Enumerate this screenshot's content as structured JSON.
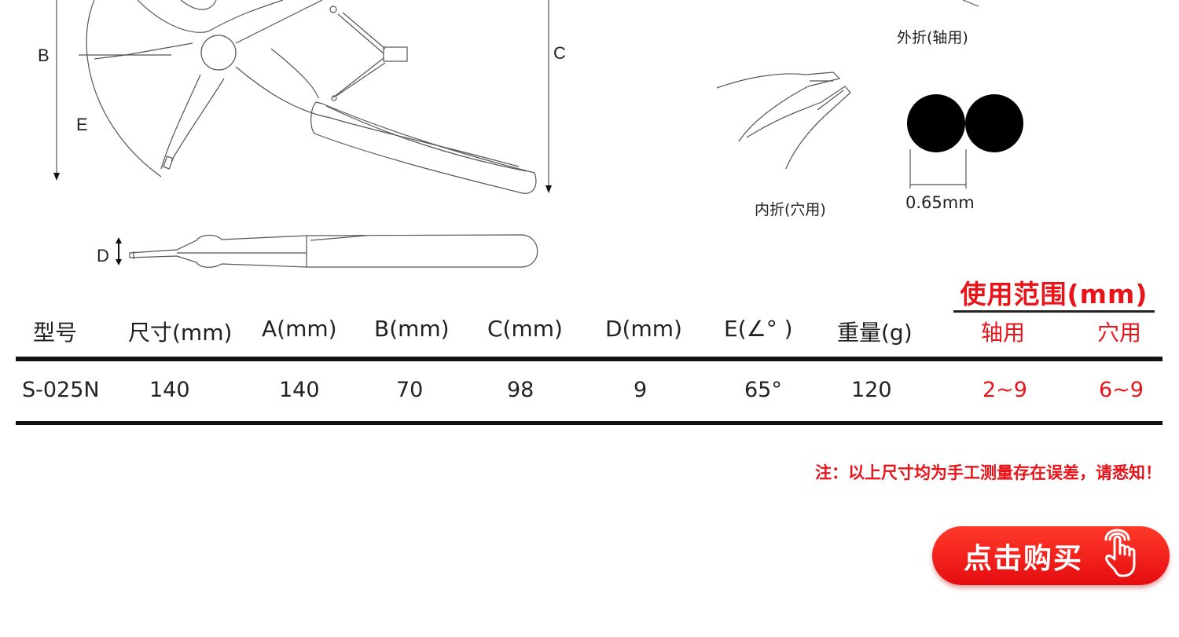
{
  "diagram": {
    "labels": {
      "b": "B",
      "c": "C",
      "e": "E",
      "d": "D"
    },
    "outer_caption": "外折(轴用)",
    "inner_caption": "内折(穴用)",
    "diameter_caption": "0.65mm"
  },
  "range": {
    "title": "使用范围(mm)",
    "shaft": "轴用",
    "hole": "穴用"
  },
  "table": {
    "headers": [
      "型号",
      "尺寸(mm)",
      "A(mm)",
      "B(mm)",
      "C(mm)",
      "D(mm)",
      "E(∠° )",
      "重量(g)"
    ],
    "row": [
      "S-025N",
      "140",
      "140",
      "70",
      "98",
      "9",
      "65°",
      "120",
      "2~9",
      "6~9"
    ]
  },
  "note": "注：以上尺寸均为手工测量存在误差，请悉知！",
  "buy_button": {
    "label": "点击购买",
    "icon": "pointing-hand-icon"
  },
  "colors": {
    "accent": "#e8141a",
    "rule": "#111111"
  }
}
